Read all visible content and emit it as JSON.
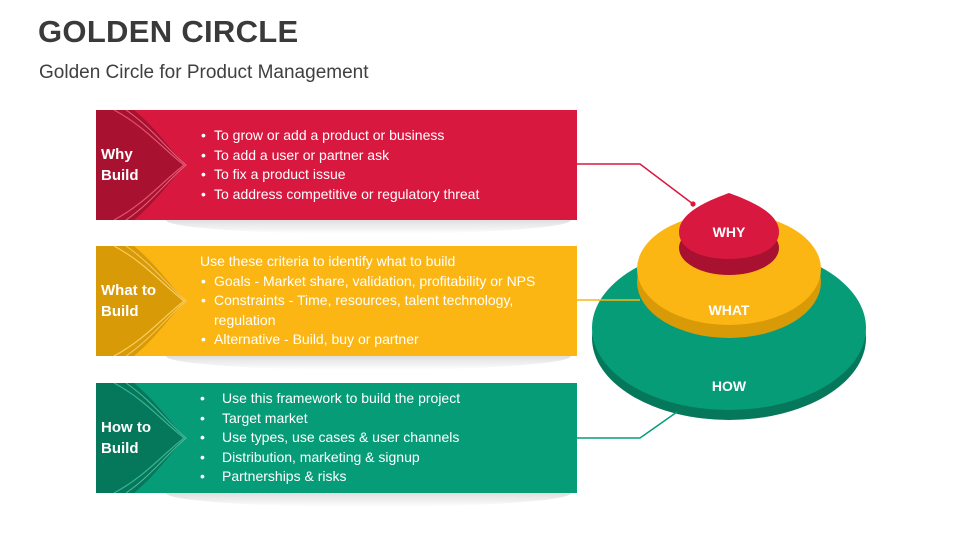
{
  "header": {
    "title": "GOLDEN CIRCLE",
    "subtitle": "Golden Circle for Product Management"
  },
  "colors": {
    "why": "#d9183f",
    "what": "#fbb614",
    "how": "#079c78",
    "title_text": "#3a3a3a"
  },
  "bands": {
    "why": {
      "tab_line1": "Why",
      "tab_line2": "Build",
      "items": [
        "To grow or add a product or business",
        "To add a user or partner ask",
        "To fix a product issue",
        "To address competitive or regulatory threat"
      ]
    },
    "what": {
      "tab_line1": "What to",
      "tab_line2": "Build",
      "lead": "Use these criteria to identify what to build",
      "items": [
        "Goals - Market share, validation, profitability or NPS",
        "Constraints - Time, resources, talent technology, regulation",
        "Alternative - Build, buy or partner"
      ]
    },
    "how": {
      "tab_line1": "How to",
      "tab_line2": "Build",
      "items": [
        "Use this framework to build the project",
        "Target market",
        "Use types, use cases & user channels",
        "Distribution, marketing & signup",
        "Partnerships & risks"
      ]
    }
  },
  "circle": {
    "why_label": "WHY",
    "what_label": "WHAT",
    "how_label": "HOW"
  }
}
